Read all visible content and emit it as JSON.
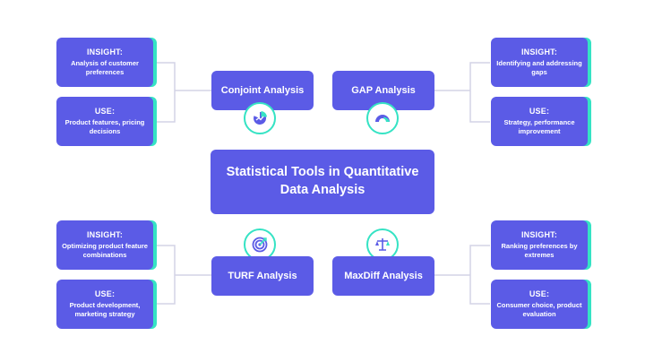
{
  "title": "Statistical Tools in Quantitative Data Analysis",
  "colors": {
    "box": "#5b5be6",
    "accent": "#35e3c4",
    "line": "#d3d3e6"
  },
  "tools": {
    "conjoint": {
      "name": "Conjoint Analysis",
      "icon": "pie-chart-icon",
      "insight_label": "INSIGHT:",
      "insight_text": "Analysis of customer preferences",
      "use_label": "USE:",
      "use_text": "Product features, pricing decisions"
    },
    "gap": {
      "name": "GAP Analysis",
      "icon": "gauge-icon",
      "insight_label": "INSIGHT:",
      "insight_text": "Identifying and addressing gaps",
      "use_label": "USE:",
      "use_text": "Strategy, performance improvement"
    },
    "turf": {
      "name": "TURF Analysis",
      "icon": "target-icon",
      "insight_label": "INSIGHT:",
      "insight_text": "Optimizing product feature combinations",
      "use_label": "USE:",
      "use_text": "Product development, marketing strategy"
    },
    "maxdiff": {
      "name": "MaxDiff Analysis",
      "icon": "balance-scale-icon",
      "insight_label": "INSIGHT:",
      "insight_text": "Ranking preferences by extremes",
      "use_label": "USE:",
      "use_text": "Consumer choice, product evaluation"
    }
  }
}
